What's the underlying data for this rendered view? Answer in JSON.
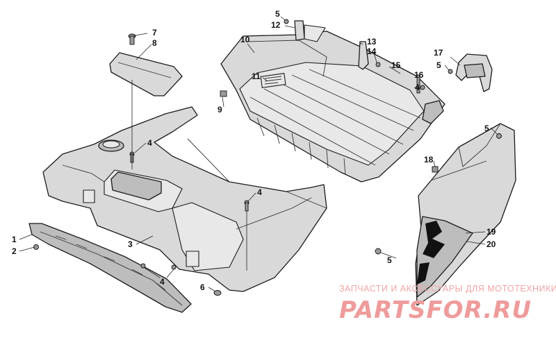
{
  "callouts": [
    {
      "id": "c1",
      "label": "1"
    },
    {
      "id": "c2",
      "label": "2"
    },
    {
      "id": "c3",
      "label": "3"
    },
    {
      "id": "c4a",
      "label": "4"
    },
    {
      "id": "c4b",
      "label": "4"
    },
    {
      "id": "c4c",
      "label": "4"
    },
    {
      "id": "c4d",
      "label": "4"
    },
    {
      "id": "c5a",
      "label": "5"
    },
    {
      "id": "c5b",
      "label": "5"
    },
    {
      "id": "c5c",
      "label": "5"
    },
    {
      "id": "c5d",
      "label": "5"
    },
    {
      "id": "c6",
      "label": "6"
    },
    {
      "id": "c7",
      "label": "7"
    },
    {
      "id": "c8",
      "label": "8"
    },
    {
      "id": "c9",
      "label": "9"
    },
    {
      "id": "c10",
      "label": "10"
    },
    {
      "id": "c11",
      "label": "11"
    },
    {
      "id": "c12",
      "label": "12"
    },
    {
      "id": "c13",
      "label": "13"
    },
    {
      "id": "c14",
      "label": "14"
    },
    {
      "id": "c15",
      "label": "15"
    },
    {
      "id": "c16",
      "label": "16"
    },
    {
      "id": "c17",
      "label": "17"
    },
    {
      "id": "c18",
      "label": "18"
    },
    {
      "id": "c19",
      "label": "19"
    },
    {
      "id": "c20",
      "label": "20"
    }
  ],
  "watermark": {
    "tagline": "ЗАПЧАСТИ И АКСЕССУАРЫ ДЛЯ МОТОТЕХНИКИ",
    "brand": "PARTSFOR.RU"
  }
}
